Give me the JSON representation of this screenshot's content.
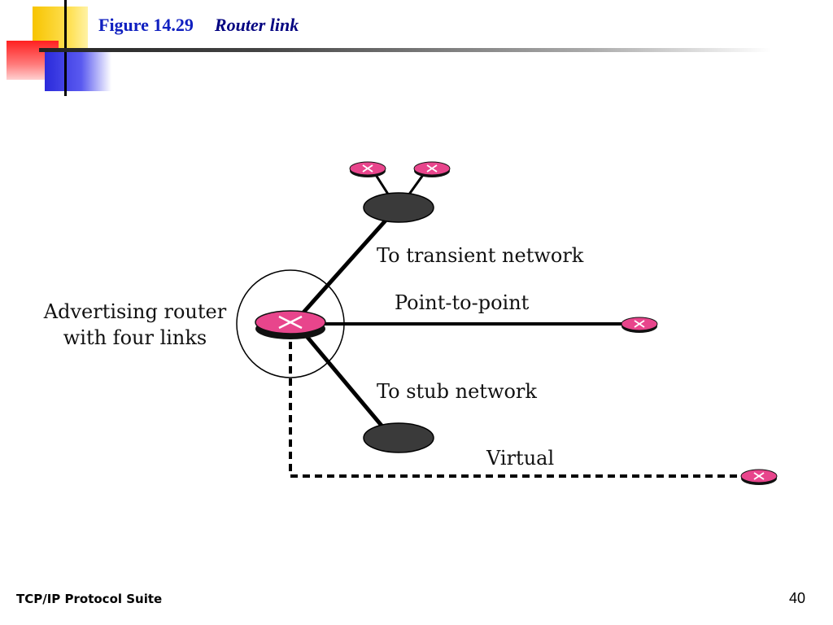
{
  "slide": {
    "figure_label": "Figure 14.29",
    "figure_title": "Router link",
    "footer": "TCP/IP Protocol Suite",
    "page_number": "40"
  },
  "diagram": {
    "labels": {
      "router_line1": "Advertising router",
      "router_line2": "with four links",
      "transient": "To transient network",
      "point_to_point": "Point-to-point",
      "stub": "To stub network",
      "virtual": "Virtual"
    }
  },
  "colors": {
    "router_fill": "#e8458c",
    "network_fill": "#3a3a3a",
    "title_color": "#1020c0"
  }
}
